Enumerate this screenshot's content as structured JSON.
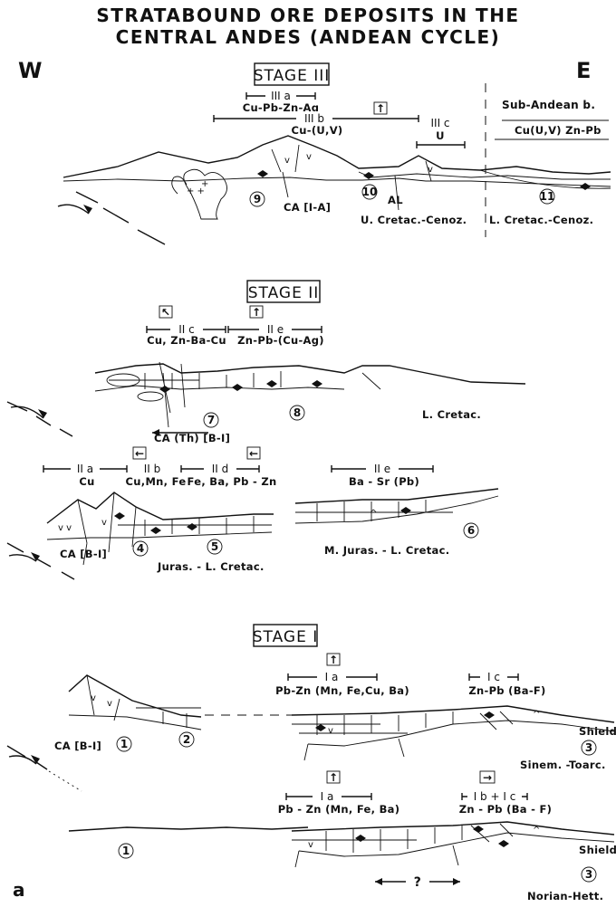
{
  "title": {
    "line1": "STRATABOUND ORE DEPOSITS IN THE",
    "line2": "CENTRAL ANDES (ANDEAN CYCLE)"
  },
  "directions": {
    "west": "W",
    "east": "E"
  },
  "panel_label": "a",
  "stage3": {
    "title": "STAGE III",
    "ranges": {
      "IIIa": "III a",
      "IIIb": "III b",
      "IIIc": "III c"
    },
    "metals": {
      "IIIa": "Cu-Pb-Zn-Ag",
      "IIIb": "Cu-(U,V)",
      "IIIc": "U",
      "subandean": "Cu(U,V) Zn-Pb"
    },
    "subandean_basin": "Sub-Andean b.",
    "arrow_icon": "↑",
    "labels": {
      "ca": "CA [I-A]",
      "al": "AL",
      "age_mid": "U. Cretac.-Cenoz.",
      "age_east": "L. Cretac.-Cenoz."
    },
    "numbers": {
      "n9": "9",
      "n10": "10",
      "n11": "11"
    }
  },
  "stage2": {
    "title": "STAGE II",
    "ranges": {
      "IIa": "II a",
      "IIb": "II b",
      "IIc": "II c",
      "IId": "II d",
      "IIe_upper": "II e",
      "IIe_lower": "II e"
    },
    "metals": {
      "IIa": "Cu",
      "IIb": "Cu,Mn, Fe",
      "IIc": "Cu, Zn-Ba-Cu",
      "IId": "Fe, Ba, Pb - Zn",
      "IIe_upper": "Zn-Pb-(Cu-Ag)",
      "IIe_lower": "Ba - Sr (Pb)"
    },
    "labels": {
      "ca_th": "CA (Th) [B-I]",
      "ca_bi": "CA [B-I]",
      "age_upper": "L. Cretac.",
      "age_juras": "Juras. - L. Cretac.",
      "age_mjuras": "M. Juras. - L. Cretac."
    },
    "numbers": {
      "n4": "4",
      "n5": "5",
      "n6": "6",
      "n7": "7",
      "n8": "8"
    }
  },
  "stage1": {
    "title": "STAGE I",
    "ranges": {
      "Ia_upper": "I a",
      "Ic": "I c",
      "Ia_lower": "I a",
      "IbIc": "I b + I c"
    },
    "metals": {
      "Ia_upper": "Pb-Zn (Mn, Fe,Cu, Ba)",
      "Ic": "Zn-Pb (Ba-F)",
      "Ia_lower": "Pb - Zn (Mn, Fe, Ba)",
      "IbIc": "Zn - Pb (Ba - F)"
    },
    "labels": {
      "ca": "CA [B-I]",
      "shield_upper": "Shield",
      "shield_lower": "Shield",
      "age_upper": "Sinem. -Toarc.",
      "age_lower": "Norian-Hett.",
      "question": "?"
    },
    "numbers": {
      "n1a": "1",
      "n2": "2",
      "n3a": "3",
      "n1b": "1",
      "n3b": "3"
    }
  }
}
